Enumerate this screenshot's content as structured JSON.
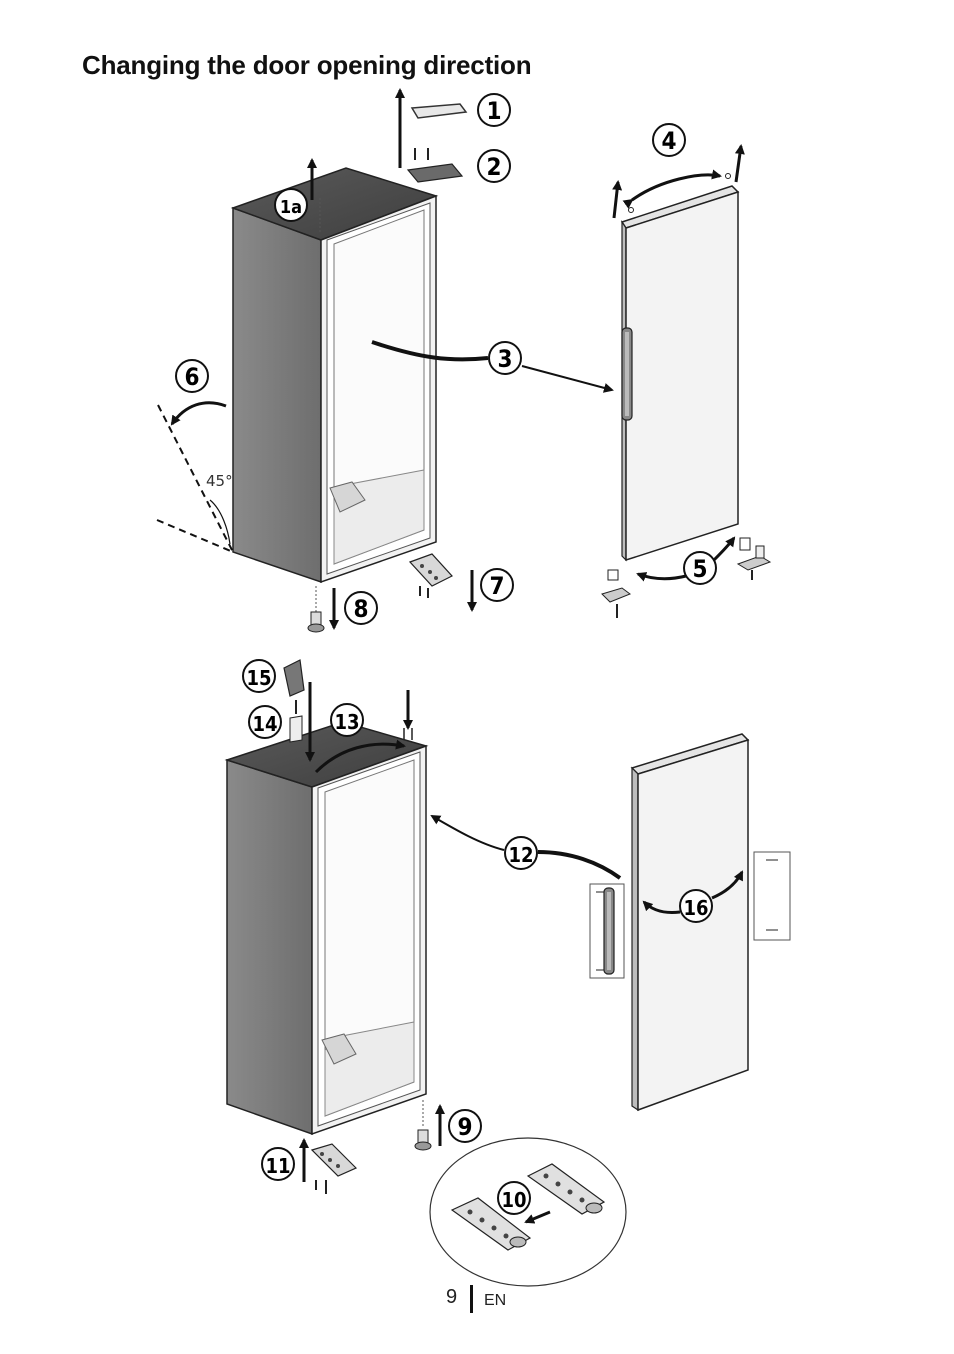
{
  "page": {
    "title": "Changing the door opening direction",
    "page_number": "9",
    "language": "EN"
  },
  "figure": {
    "angle_label": "45°",
    "steps": [
      "1",
      "1a",
      "2",
      "3",
      "4",
      "5",
      "6",
      "7",
      "8",
      "9",
      "10",
      "11",
      "12",
      "13",
      "14",
      "15",
      "16"
    ]
  },
  "icons": [
    "arrow-icon",
    "screw-icon",
    "hinge-icon",
    "handle-icon",
    "foot-icon"
  ]
}
